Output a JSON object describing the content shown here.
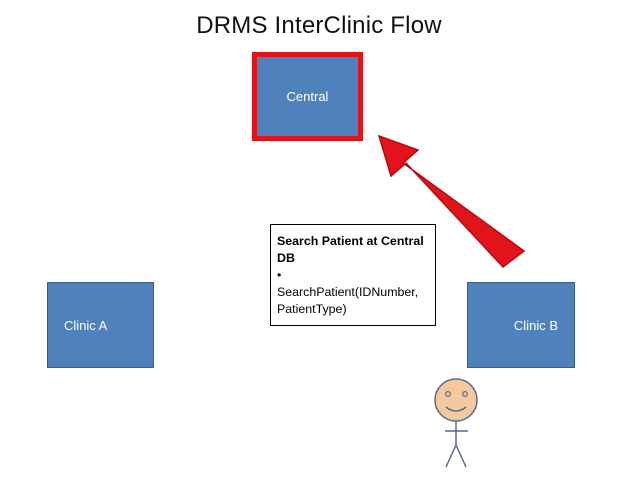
{
  "diagram": {
    "title": "DRMS InterClinic Flow",
    "nodes": {
      "central": "Central",
      "clinic_a": "Clinic A",
      "clinic_b": "Clinic B"
    },
    "note": {
      "heading": "Search Patient at Central DB",
      "bullet": "•",
      "call": "SearchPatient(IDNumber, PatientType)"
    },
    "arrow": {
      "from": "Clinic B",
      "to": "Central",
      "color": "#e3131b"
    },
    "colors": {
      "box_fill": "#4f81bd",
      "box_border": "#385d8a",
      "highlight": "#e3131b",
      "actor_face": "#f4c9a0"
    }
  }
}
